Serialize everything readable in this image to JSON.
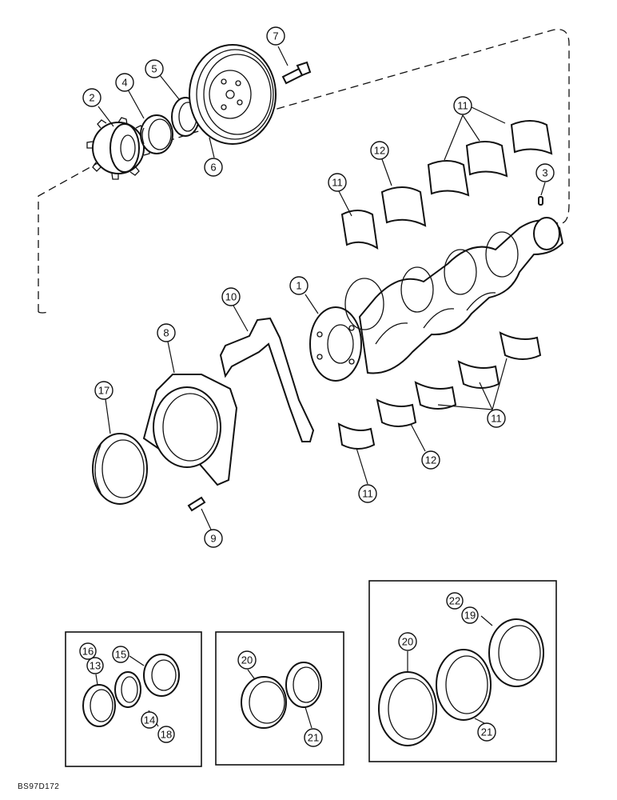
{
  "document_id": "BS97D172",
  "callouts": {
    "c1": "1",
    "c2": "2",
    "c3": "3",
    "c4": "4",
    "c5": "5",
    "c6": "6",
    "c7": "7",
    "c8": "8",
    "c9": "9",
    "c10": "10",
    "c11a": "11",
    "c11b": "11",
    "c11c": "11",
    "c11d": "11",
    "c12a": "12",
    "c12b": "12",
    "c13": "13",
    "c14": "14",
    "c15": "15",
    "c16": "16",
    "c17": "17",
    "c18": "18",
    "c19": "19",
    "c20a": "20",
    "c20b": "20",
    "c21a": "21",
    "c21b": "21",
    "c22": "22"
  }
}
